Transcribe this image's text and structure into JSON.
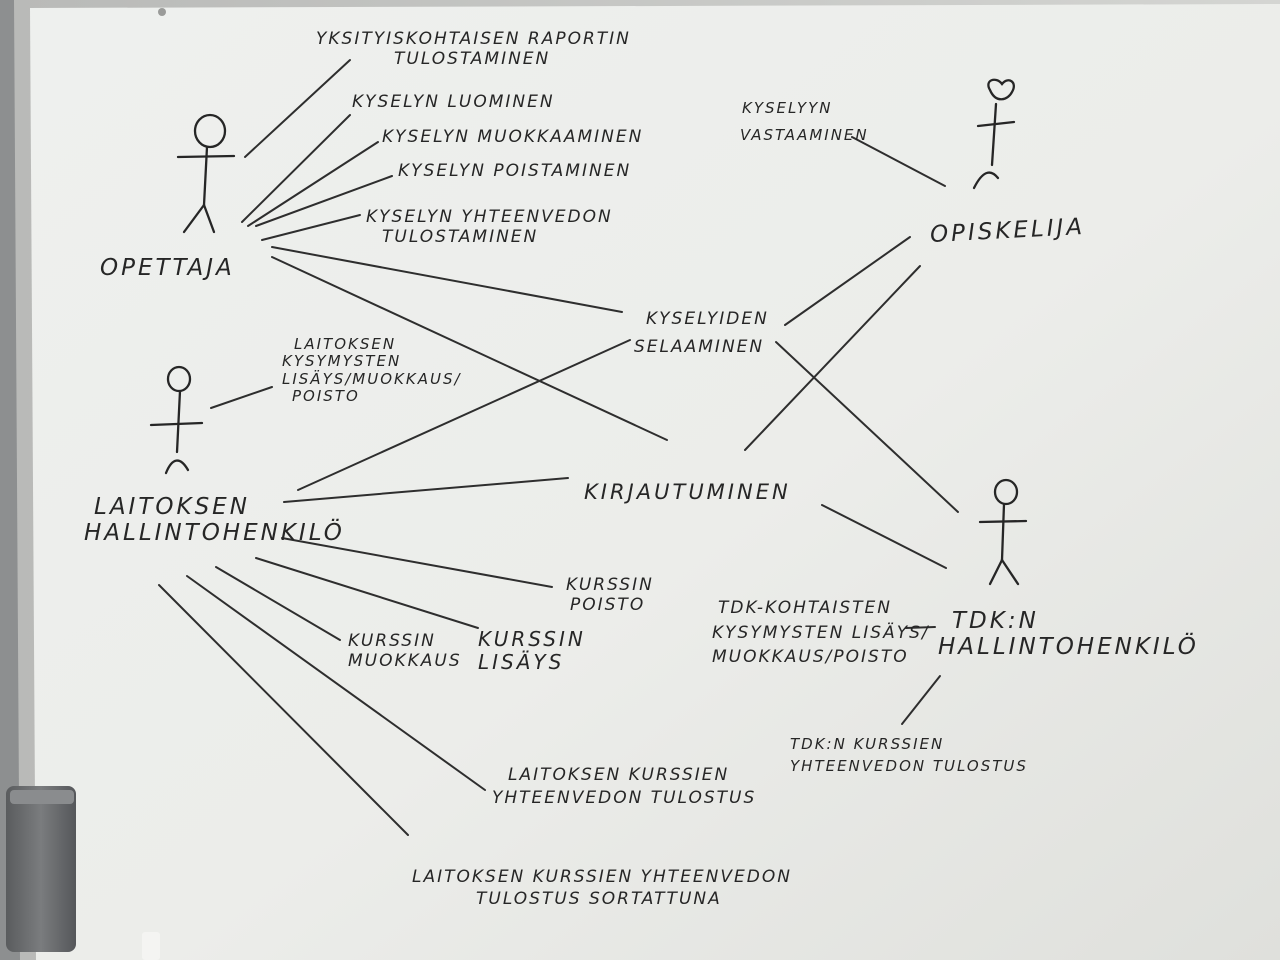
{
  "colors": {
    "board": "#ecedea",
    "wall": "#8d8f90",
    "frame": "#c7c8c6",
    "ink": "#262626"
  },
  "actors": {
    "opettaja": "OPETTAJA",
    "opiskelija": "OPISKELIJA",
    "laitos_line1": "LAITOKSEN",
    "laitos_line2": "HALLINTOHENKILÖ",
    "tdk_line1": "TDK:N",
    "tdk_line2": "HALLINTOHENKILÖ"
  },
  "use_cases": {
    "raportti_1": "YKSITYISKOHTAISEN RAPORTIN",
    "raportti_2": "TULOSTAMINEN",
    "luominen": "KYSELYN LUOMINEN",
    "muokkaaminen": "KYSELYN MUOKKAAMINEN",
    "poistaminen": "KYSELYN POISTAMINEN",
    "yhteenveto_1": "KYSELYN YHTEENVEDON",
    "yhteenveto_2": "TULOSTAMINEN",
    "vastaaminen_1": "KYSELYYN",
    "vastaaminen_2": "VASTAAMINEN",
    "selaaminen_1": "KYSELYIDEN",
    "selaaminen_2": "SELAAMINEN",
    "kysymykset_1": "LAITOKSEN",
    "kysymykset_2": "KYSYMYSTEN",
    "kysymykset_3": "LISÄYS/MUOKKAUS/",
    "kysymykset_4": "POISTO",
    "kirjautuminen": "KIRJAUTUMINEN",
    "kurssin_poisto_1": "KURSSIN",
    "kurssin_poisto_2": "POISTO",
    "kurssin_muokkaus_1": "KURSSIN",
    "kurssin_muokkaus_2": "MUOKKAUS",
    "kurssin_lisays_1": "KURSSIN",
    "kurssin_lisays_2": "LISÄYS",
    "tdk_kysymykset_1": "TDK-KOHTAISTEN",
    "tdk_kysymykset_2": "KYSYMYSTEN LISÄYS/",
    "tdk_kysymykset_3": "MUOKKAUS/POISTO",
    "tdk_yhteenveto_1": "TDK:N KURSSIEN",
    "tdk_yhteenveto_2": "YHTEENVEDON TULOSTUS",
    "laitos_yhteenveto_1": "LAITOKSEN KURSSIEN",
    "laitos_yhteenveto_2": "YHTEENVEDON TULOSTUS",
    "lajiteltu_1": "LAITOKSEN KURSSIEN YHTEENVEDON",
    "lajiteltu_2": "TULOSTUS SORTATTUNA"
  }
}
